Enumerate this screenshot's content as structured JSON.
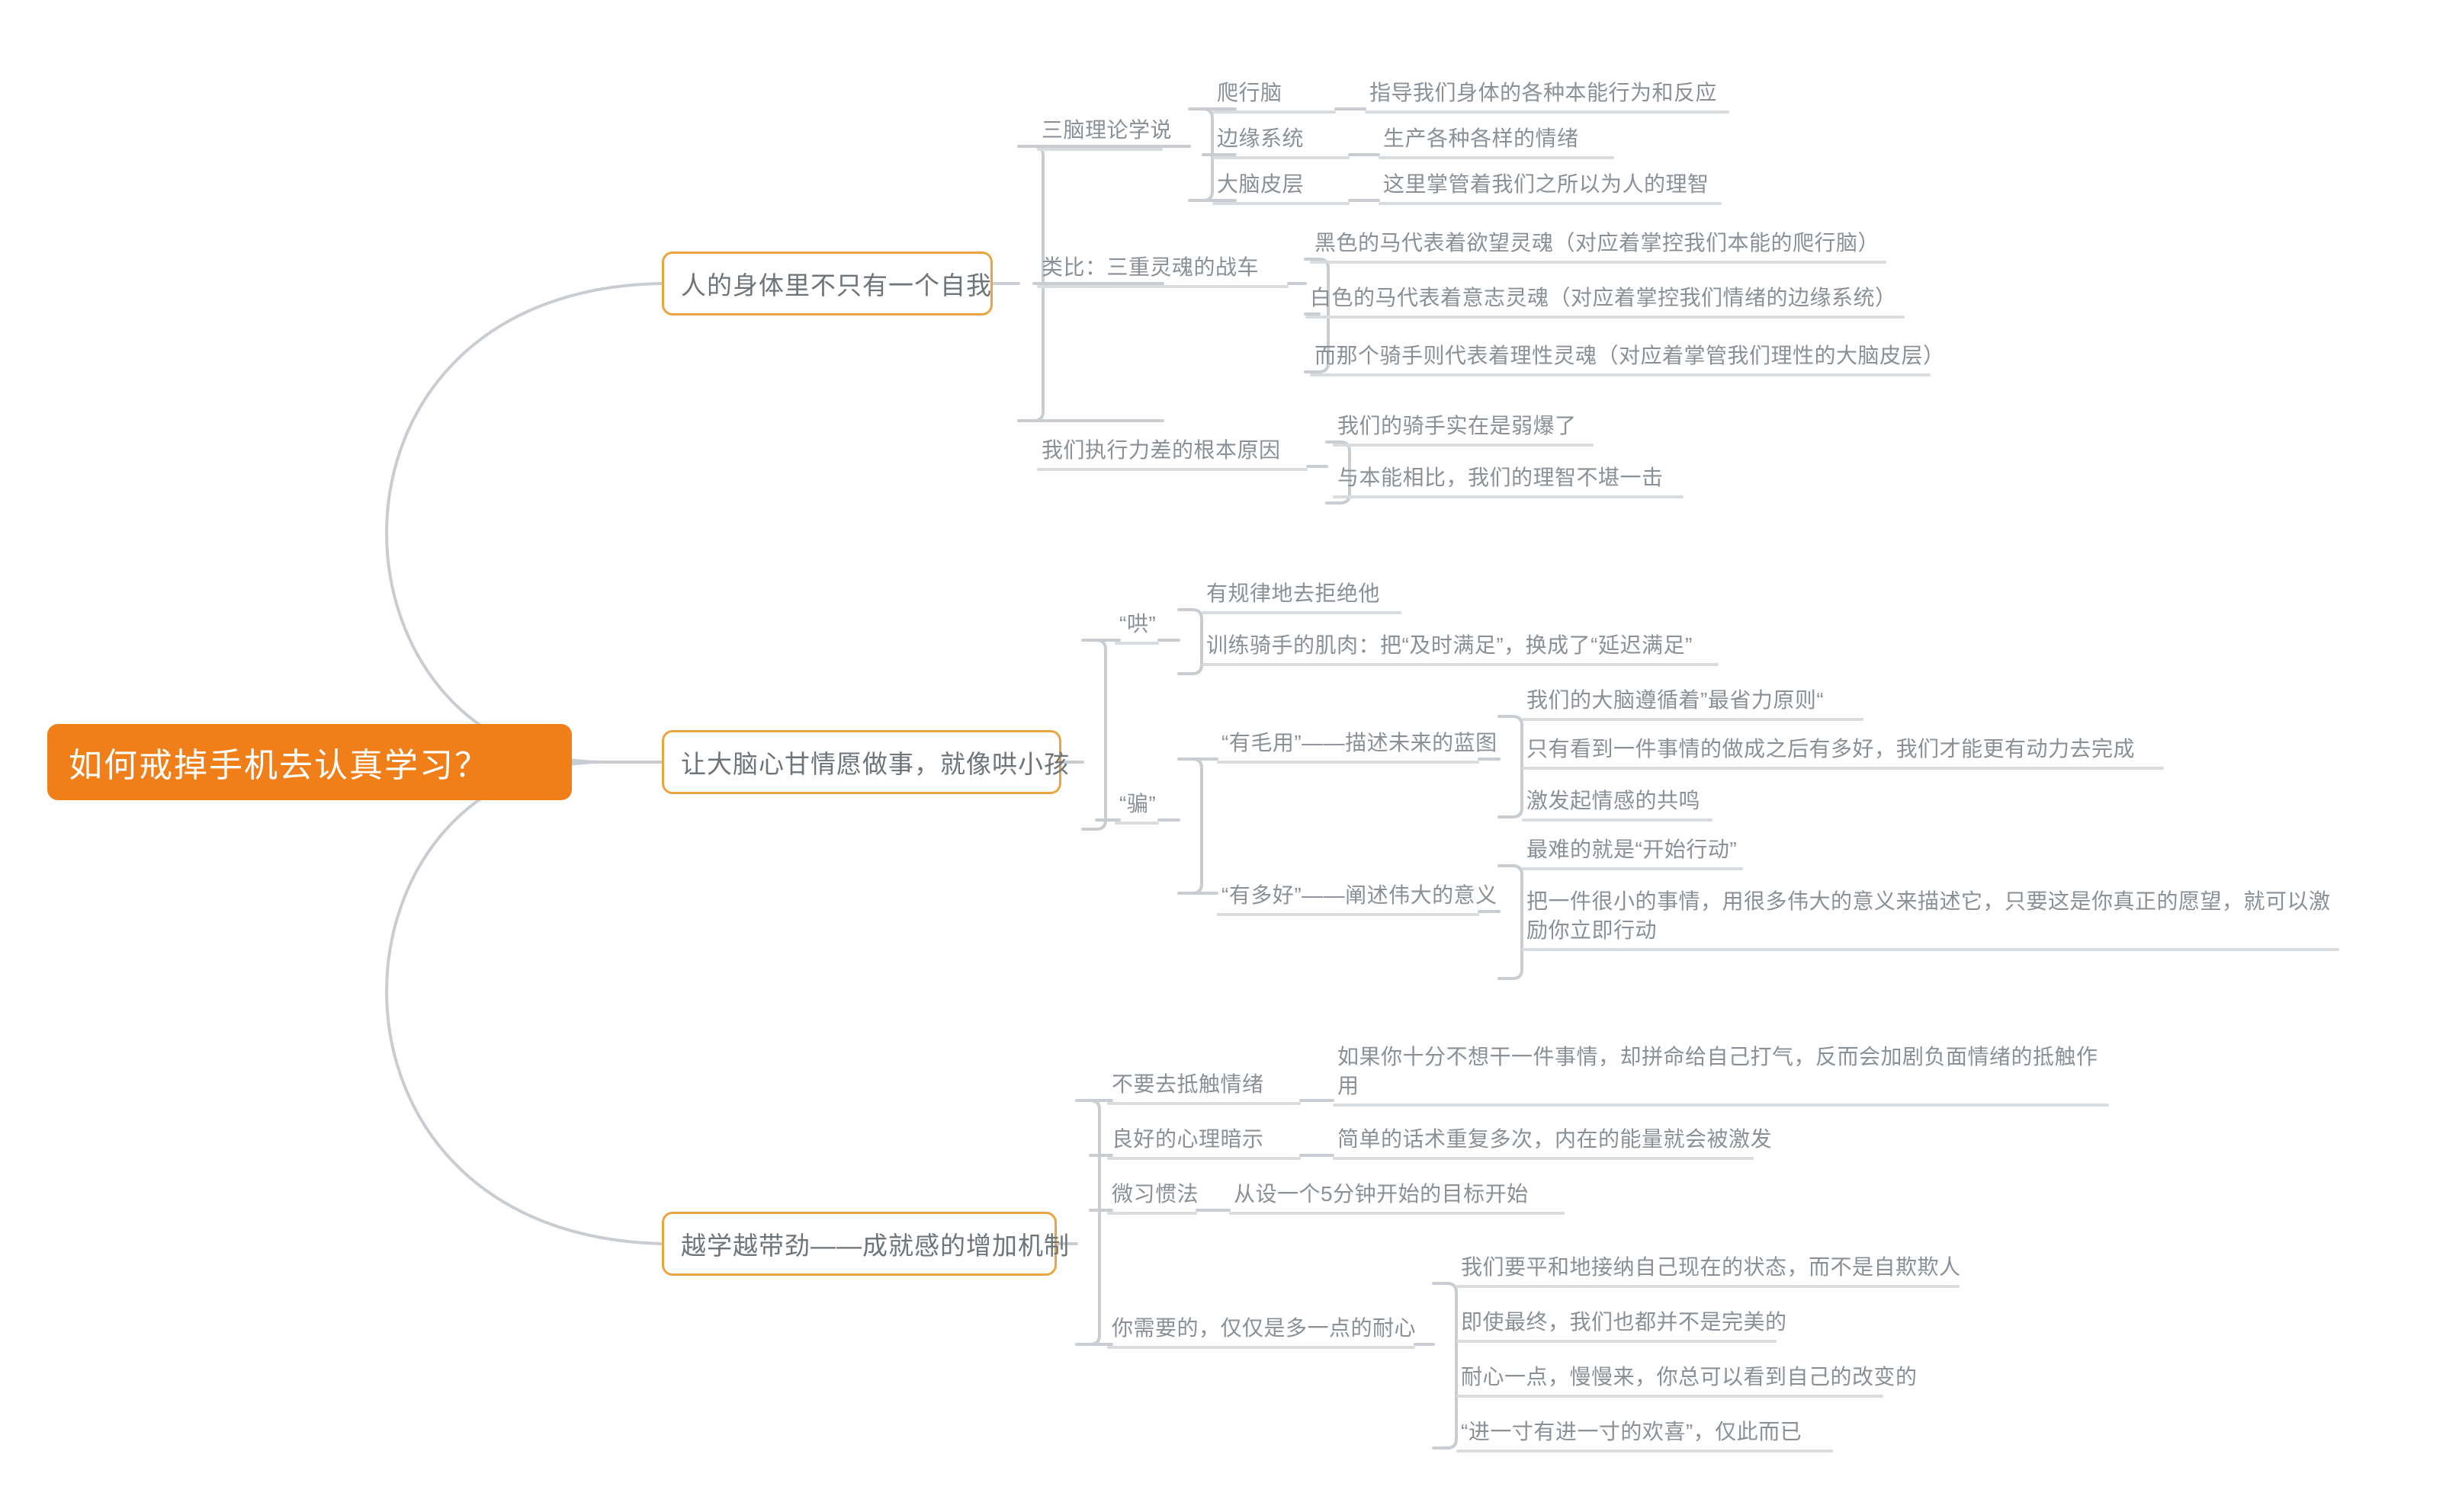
{
  "theme": {
    "root_fill": "#F07F1A",
    "root_text": "#FFFFFF",
    "branch_border": "#E9A53F",
    "branch_fill": "#FFFFFF",
    "node_text": "#8A9096",
    "branch_text": "#6F7478",
    "connector": "#C9CDD1",
    "rule": "#D9DCDF",
    "background": "#FFFFFF"
  },
  "root": {
    "title": "如何戒掉手机去认真学习？"
  },
  "branches": [
    {
      "label": "人的身体里不只有一个自我",
      "children": [
        {
          "label": "三脑理论学说",
          "children": [
            {
              "label": "爬行脑",
              "children": [
                {
                  "label": "指导我们身体的各种本能行为和反应"
                }
              ]
            },
            {
              "label": "边缘系统",
              "children": [
                {
                  "label": "生产各种各样的情绪"
                }
              ]
            },
            {
              "label": "大脑皮层",
              "children": [
                {
                  "label": "这里掌管着我们之所以为人的理智"
                }
              ]
            }
          ]
        },
        {
          "label": "类比：三重灵魂的战车",
          "children": [
            {
              "label": "黑色的马代表着欲望灵魂（对应着掌控我们本能的爬行脑）"
            },
            {
              "label": "白色的马代表着意志灵魂（对应着掌控我们情绪的边缘系统）"
            },
            {
              "label": "而那个骑手则代表着理性灵魂（对应着掌管我们理性的大脑皮层）"
            }
          ]
        },
        {
          "label": "我们执行力差的根本原因",
          "children": [
            {
              "label": "我们的骑手实在是弱爆了"
            },
            {
              "label": "与本能相比，我们的理智不堪一击"
            }
          ]
        }
      ]
    },
    {
      "label": "让大脑心甘情愿做事，就像哄小孩",
      "children": [
        {
          "label": "“哄”",
          "children": [
            {
              "label": "有规律地去拒绝他"
            },
            {
              "label": "训练骑手的肌肉：把“及时满足”，换成了“延迟满足”"
            }
          ]
        },
        {
          "label": "“骗”",
          "children": [
            {
              "label": "“有毛用”——描述未来的蓝图",
              "children": [
                {
                  "label": "我们的大脑遵循着”最省力原则“"
                },
                {
                  "label": "只有看到一件事情的做成之后有多好，我们才能更有动力去完成"
                },
                {
                  "label": "激发起情感的共鸣"
                }
              ]
            },
            {
              "label": "“有多好”——阐述伟大的意义",
              "children": [
                {
                  "label": "最难的就是“开始行动”"
                },
                {
                  "label": "把一件很小的事情，用很多伟大的意义来描述它，只要这是你真正的愿望，就可以激励你立即行动"
                }
              ]
            }
          ]
        }
      ]
    },
    {
      "label": "越学越带劲——成就感的增加机制",
      "children": [
        {
          "label": "不要去抵触情绪",
          "children": [
            {
              "label": "如果你十分不想干一件事情，却拼命给自己打气，反而会加剧负面情绪的抵触作用"
            }
          ]
        },
        {
          "label": "良好的心理暗示",
          "children": [
            {
              "label": "简单的话术重复多次，内在的能量就会被激发"
            }
          ]
        },
        {
          "label": "微习惯法",
          "children": [
            {
              "label": "从设一个5分钟开始的目标开始"
            }
          ]
        },
        {
          "label": "你需要的，仅仅是多一点的耐心",
          "children": [
            {
              "label": "我们要平和地接纳自己现在的状态，而不是自欺欺人"
            },
            {
              "label": "即使最终，我们也都并不是完美的"
            },
            {
              "label": "耐心一点，慢慢来，你总可以看到自己的改变的"
            },
            {
              "label": "“进一寸有进一寸的欢喜”，仅此而已"
            }
          ]
        }
      ]
    }
  ]
}
